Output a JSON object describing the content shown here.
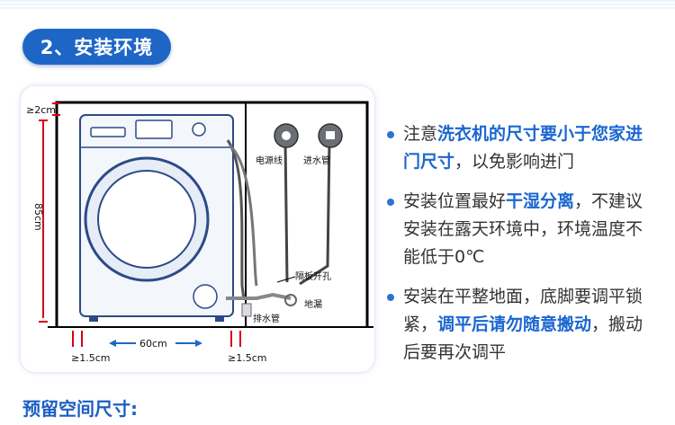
{
  "section": {
    "title": "2、安装环境"
  },
  "diagram": {
    "labels": {
      "top_gap": "≥2cm",
      "height": "85cm",
      "width": "60cm",
      "side_left": "≥1.5cm",
      "side_right": "≥1.5cm",
      "power_cord": "电源线",
      "water_inlet": "进水管",
      "partition_hole": "隔板开孔",
      "floor_drain": "地漏",
      "drain_pipe": "排水管"
    }
  },
  "tips": [
    {
      "parts": [
        "注意",
        "洗衣机的尺寸要小于您家进门尺寸",
        "，以免影响进门"
      ]
    },
    {
      "parts": [
        "安装位置最好",
        "干湿分离",
        "，不建议安装在露天环境中，环境温度不能低于0℃"
      ]
    },
    {
      "parts": [
        "安装在平整地面，底脚要调平锁紧，",
        "调平后请勿随意搬动",
        "，搬动后要再次调平"
      ]
    }
  ],
  "bottom": {
    "title": "预留空间尺寸:"
  },
  "colors": {
    "accent": "#1e66c6",
    "highlight": "#1b66d1",
    "marker": "#d6001c",
    "machine": "#2c4a86"
  }
}
